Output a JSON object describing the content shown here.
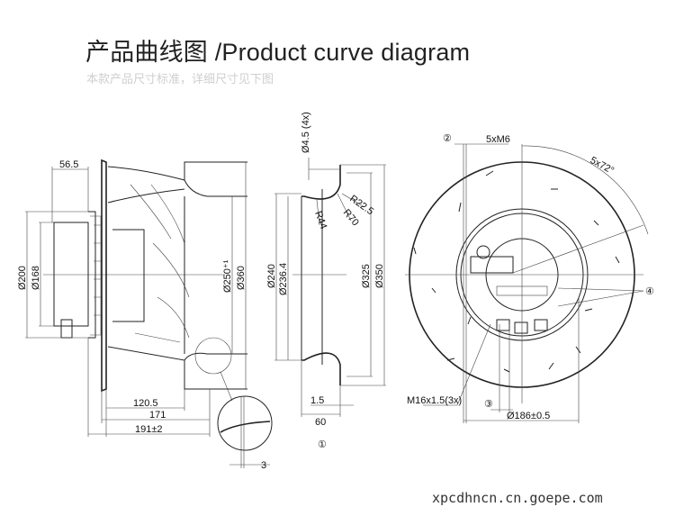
{
  "header": {
    "title": "产品曲线图 /Product curve diagram",
    "subtitle": "本款产品尺寸标准，详细尺寸见下图"
  },
  "side_view": {
    "dim_motor_depth": "56.5",
    "dim_d200": "Ø200",
    "dim_d168": "Ø168",
    "dim_d250": "Ø250⁺¹",
    "dim_d360": "Ø360",
    "dim_120_5": "120.5",
    "dim_171": "171",
    "dim_191": "191±2",
    "detail_dim_3": "3"
  },
  "inlet_ring": {
    "dim_hole": "Ø4.5 (4x)",
    "dim_r22_5": "R22.5",
    "dim_r70": "R70",
    "dim_r44": "R44",
    "dim_d240": "Ø240",
    "dim_d236_4": "Ø236.4",
    "dim_d325": "Ø325",
    "dim_d350": "Ø350",
    "dim_1_5": "1.5",
    "dim_60": "60",
    "callout": "①"
  },
  "front_view": {
    "callout_2": "②",
    "dim_5xm6": "5xM6",
    "dim_angle": "5x72°",
    "callout_4": "④",
    "dim_m16": "M16x1.5(3x)",
    "callout_3": "③",
    "dim_d186": "Ø186±0.5"
  },
  "watermark": "xpcdhncn.cn.goepe.com"
}
